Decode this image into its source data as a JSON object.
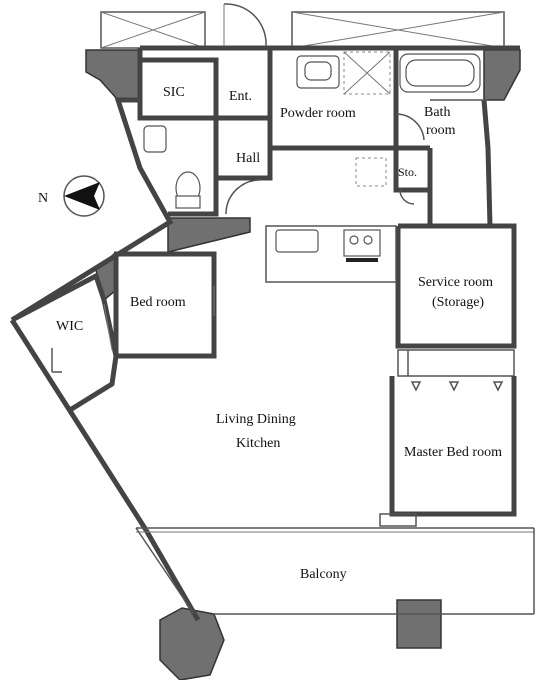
{
  "rooms": {
    "sic": "SIC",
    "entrance": "Ent.",
    "powder_room": "Powder room",
    "bath_line1": "Bath",
    "bath_line2": "room",
    "hall": "Hall",
    "storage_small": "Sto.",
    "bed_room": "Bed room",
    "wic": "WIC",
    "service_room": "Service room",
    "service_room_sub": "(Storage)",
    "living_line1": "Living Dining",
    "living_line2": "Kitchen",
    "master_bed_room": "Master Bed room",
    "balcony": "Balcony"
  },
  "compass": {
    "label": "N",
    "icon": "north-arrow-icon"
  }
}
